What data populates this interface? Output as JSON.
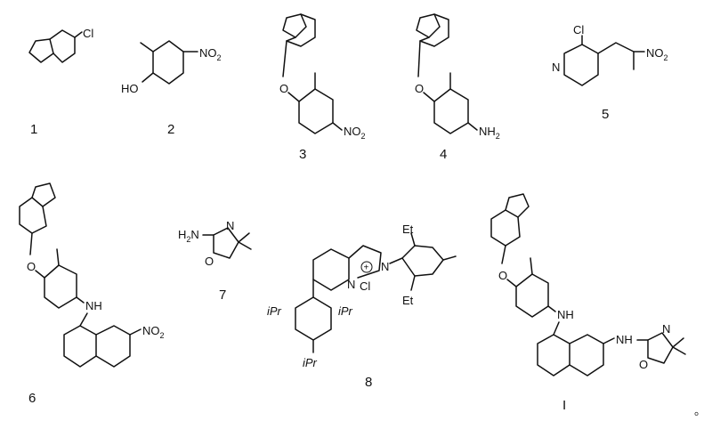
{
  "compounds": [
    {
      "id": "c1",
      "label": "1",
      "atoms": {
        "cl": "Cl"
      }
    },
    {
      "id": "c2",
      "label": "2",
      "atoms": {
        "ho": "HO",
        "no2": "NO",
        "no2_sub": "2"
      }
    },
    {
      "id": "c3",
      "label": "3",
      "atoms": {
        "o": "O",
        "no2": "NO",
        "no2_sub": "2"
      }
    },
    {
      "id": "c4",
      "label": "4",
      "atoms": {
        "o": "O",
        "nh2": "NH",
        "nh2_sub": "2"
      }
    },
    {
      "id": "c5",
      "label": "5",
      "atoms": {
        "n": "N",
        "cl": "Cl",
        "no2": "NO",
        "no2_sub": "2"
      }
    },
    {
      "id": "c6",
      "label": "6",
      "atoms": {
        "o": "O",
        "nh": "NH",
        "no2": "NO",
        "no2_sub": "2"
      }
    },
    {
      "id": "c7",
      "label": "7",
      "atoms": {
        "h2n": "H",
        "h2n_sub": "2",
        "h2n_n": "N",
        "n": "N",
        "o": "O"
      }
    },
    {
      "id": "c8",
      "label": "8",
      "atoms": {
        "et1": "Et",
        "et2": "Et",
        "ipr1": "iPr",
        "ipr2": "iPr",
        "ipr3": "iPr",
        "cl": "Cl",
        "n1": "N",
        "n2": "N"
      }
    },
    {
      "id": "cI",
      "label": "I",
      "atoms": {
        "o": "O",
        "nh1": "NH",
        "nh2": "NH",
        "n": "N",
        "o2": "O"
      }
    }
  ],
  "trailing_mark": "。"
}
